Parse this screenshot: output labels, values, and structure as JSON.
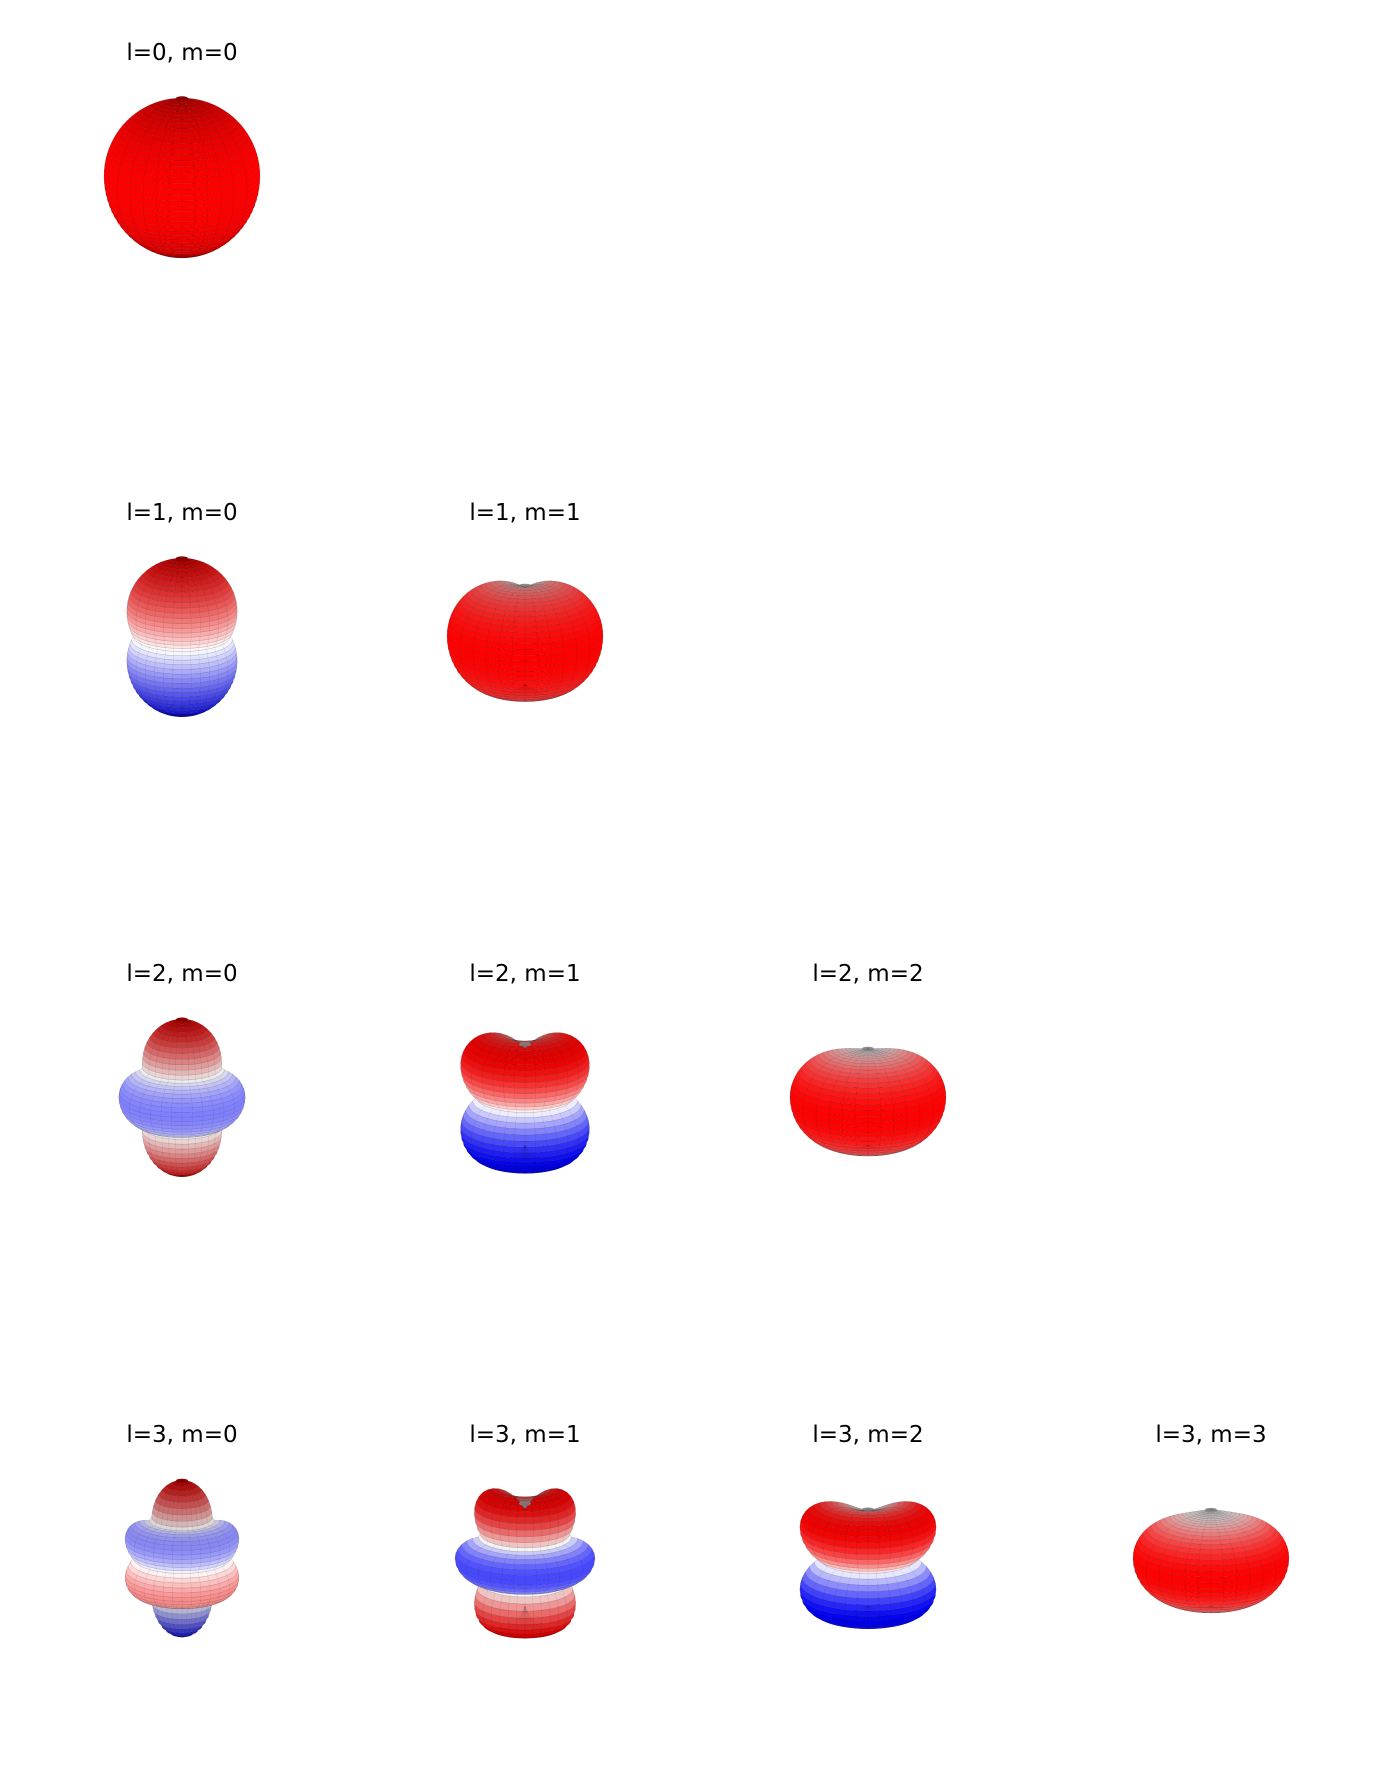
{
  "figure": {
    "panels": [
      {
        "label": "l=0, m=0",
        "l": 0,
        "m": 0
      },
      {
        "label": "l=1, m=0",
        "l": 1,
        "m": 0
      },
      {
        "label": "l=1, m=1",
        "l": 1,
        "m": 1
      },
      {
        "label": "l=2, m=0",
        "l": 2,
        "m": 0
      },
      {
        "label": "l=2, m=1",
        "l": 2,
        "m": 1
      },
      {
        "label": "l=2, m=2",
        "l": 2,
        "m": 2
      },
      {
        "label": "l=3, m=0",
        "l": 3,
        "m": 0
      },
      {
        "label": "l=3, m=1",
        "l": 3,
        "m": 1
      },
      {
        "label": "l=3, m=2",
        "l": 3,
        "m": 2
      },
      {
        "label": "l=3, m=3",
        "l": 3,
        "m": 3
      }
    ],
    "colormap": {
      "positive": "#ff0000",
      "zero": "#ffffff",
      "negative": "#0000ff"
    }
  }
}
